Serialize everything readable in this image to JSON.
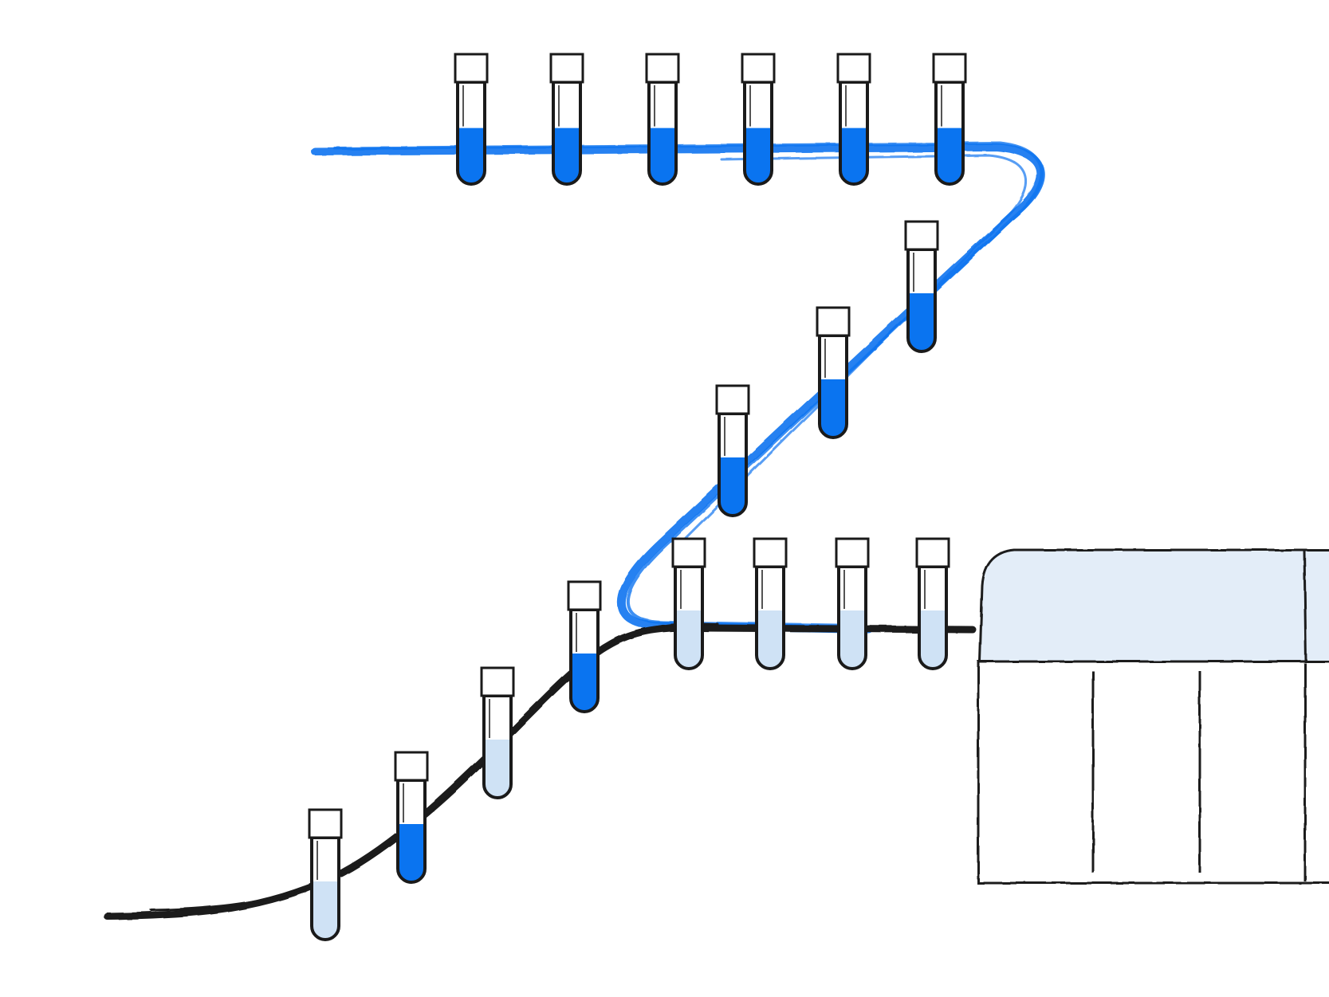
{
  "colors": {
    "strong_blue": "#0a74f0",
    "light_blue": "#cfe2f5",
    "panel_blue": "#e3edf8",
    "ink": "#1a1a1a",
    "background": "#ffffff"
  },
  "tubes": [
    {
      "level": "high",
      "fill_fraction": 0.55
    },
    {
      "level": "high",
      "fill_fraction": 0.55
    },
    {
      "level": "high",
      "fill_fraction": 0.55
    },
    {
      "level": "high",
      "fill_fraction": 0.55
    },
    {
      "level": "high",
      "fill_fraction": 0.55
    },
    {
      "level": "high",
      "fill_fraction": 0.55
    },
    {
      "level": "high",
      "fill_fraction": 0.57
    },
    {
      "level": "high",
      "fill_fraction": 0.57
    },
    {
      "level": "high",
      "fill_fraction": 0.57
    },
    {
      "level": "low",
      "fill_fraction": 0.57
    },
    {
      "level": "high",
      "fill_fraction": 0.57
    },
    {
      "level": "low",
      "fill_fraction": 0.57
    },
    {
      "level": "high",
      "fill_fraction": 0.57
    },
    {
      "level": "low",
      "fill_fraction": 0.57
    },
    {
      "level": "low",
      "fill_fraction": 0.57
    },
    {
      "level": "low",
      "fill_fraction": 0.57
    },
    {
      "level": "low",
      "fill_fraction": 0.57
    }
  ]
}
